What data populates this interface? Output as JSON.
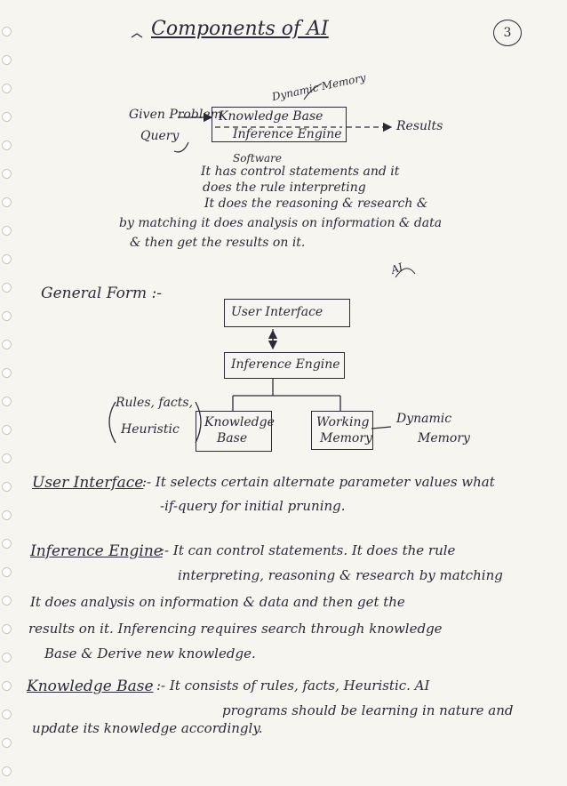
{
  "title": "Components of AI",
  "page_number": "3",
  "diagram1": {
    "given_problem": "Given Problem",
    "query": "Query",
    "dynamic_memory": "Dynamic Memory",
    "knowledge_base": "Knowledge Base",
    "inference_engine": "Inference Engine",
    "results": "Results",
    "software": "Software"
  },
  "software_notes": [
    "It has control statements and it",
    "does the rule interpreting",
    "It does the reasoning & research &",
    "by matching it does analysis on information & data",
    "& then get the results on it."
  ],
  "ai_mark": "AI",
  "general_form": {
    "heading": "General Form :-",
    "user_interface": "User Interface",
    "inference_engine": "Inference Engine",
    "rules_facts": "Rules, facts,",
    "heuristic": "Heuristic",
    "knowledge_base_1": "Knowledge",
    "knowledge_base_2": "Base",
    "working_memory_1": "Working",
    "working_memory_2": "Memory",
    "dynamic_memory_1": "Dynamic",
    "dynamic_memory_2": "Memory"
  },
  "sections": {
    "ui_heading": "User Interface",
    "ui_line1": ":- It selects certain alternate parameter values what",
    "ui_line2": "-if-query for initial pruning.",
    "ie_heading": "Inference Engine",
    "ie_line1": ":- It can control statements. It does the rule",
    "ie_line2": "interpreting, reasoning & research by matching",
    "ie_line3": "It does analysis on information & data and then get the",
    "ie_line4": "results on it. Inferencing requires search through knowledge",
    "ie_line5": "Base & Derive new knowledge.",
    "kb_heading": "Knowledge Base",
    "kb_line1": ":- It consists of rules, facts, Heuristic. AI",
    "kb_line2": "programs should be learning in nature and",
    "kb_line3": "update its knowledge accordingly."
  }
}
